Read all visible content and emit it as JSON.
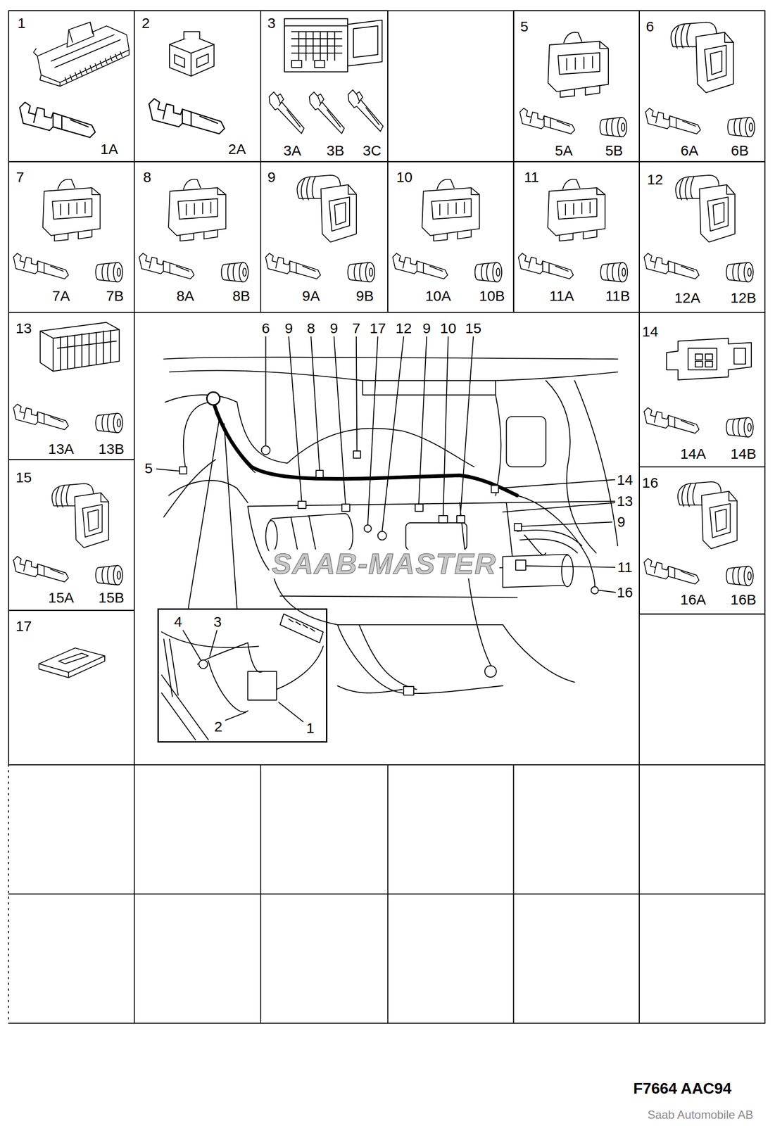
{
  "diagram": {
    "nodes": [
      {
        "text": [
          "1",
          "1A"
        ]
      },
      {
        "text": [
          "2",
          "2A"
        ]
      },
      {
        "text": [
          "3",
          "3A",
          "3B",
          "3C"
        ]
      },
      {
        "text": [
          "5",
          "5A",
          "5B"
        ]
      },
      {
        "text": [
          "6",
          "6A",
          "6B"
        ]
      },
      {
        "text": [
          "7",
          "7A",
          "7B"
        ]
      },
      {
        "text": [
          "8",
          "8A",
          "8B"
        ]
      },
      {
        "text": [
          "9",
          "9A",
          "9B"
        ]
      },
      {
        "text": [
          "10",
          "10A",
          "10B"
        ]
      },
      {
        "text": [
          "11",
          "11A",
          "11B"
        ]
      },
      {
        "text": [
          "12",
          "12A",
          "12B"
        ]
      },
      {
        "text": [
          "13",
          "13A",
          "13B"
        ]
      },
      {
        "text": [
          "14",
          "14A",
          "14B"
        ]
      },
      {
        "text": [
          "15",
          "15A",
          "15B"
        ]
      },
      {
        "text": [
          "16",
          "16A",
          "16B"
        ]
      },
      {
        "text": [
          "17"
        ]
      },
      {
        "text": [
          "4",
          "3",
          "2",
          "1"
        ]
      }
    ],
    "labels": [
      "6",
      "9",
      "8",
      "9",
      "7",
      "17",
      "12",
      "9",
      "10",
      "15",
      "5",
      "14",
      "13",
      "9",
      "11",
      "16",
      "SAAB-MASTER",
      "F7664 AAC94",
      "Saab Automobile AB"
    ]
  }
}
